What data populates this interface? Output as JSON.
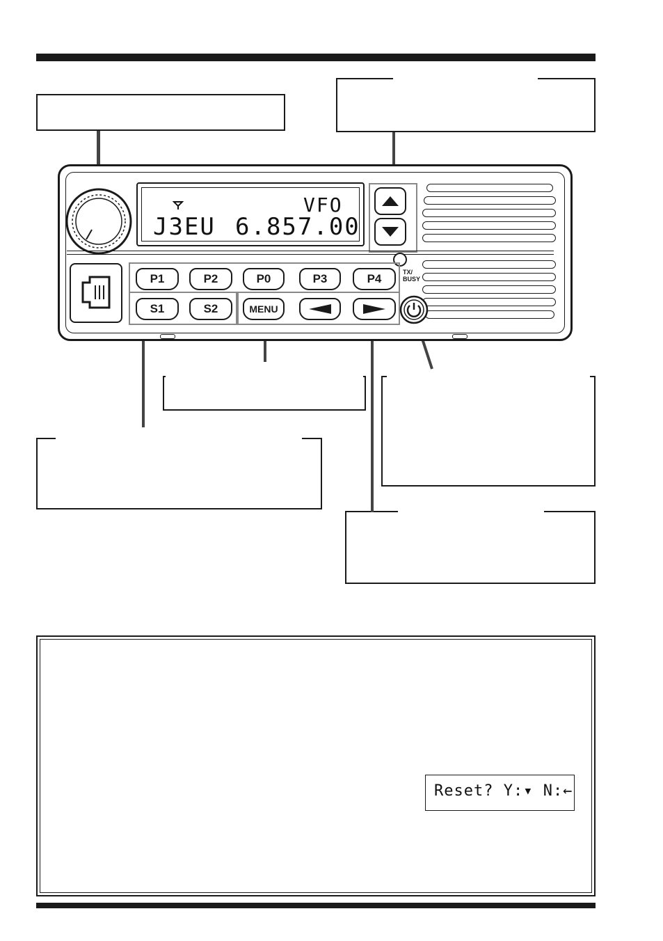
{
  "radio": {
    "display": {
      "mode": "VFO",
      "channel_name": "J3EU",
      "frequency": "6.857.00",
      "antenna_icon": "antenna-icon"
    },
    "keys_top": [
      "P1",
      "P2",
      "P0",
      "P3",
      "P4"
    ],
    "keys_bottom": [
      "S1",
      "S2",
      "MENU"
    ],
    "tx_busy_label": "TX/\nBUSY",
    "icons": {
      "up": "up-arrow-icon",
      "down": "down-arrow-icon",
      "left": "left-arrow-icon",
      "right": "right-arrow-icon",
      "power": "power-icon",
      "mic_jack": "modular-jack-icon"
    }
  },
  "reset_display": {
    "text": "Reset? Y:▾ N:←"
  },
  "colors": {
    "ink": "#1a1a1a",
    "leader": "#444444",
    "group_outline": "#888888"
  }
}
